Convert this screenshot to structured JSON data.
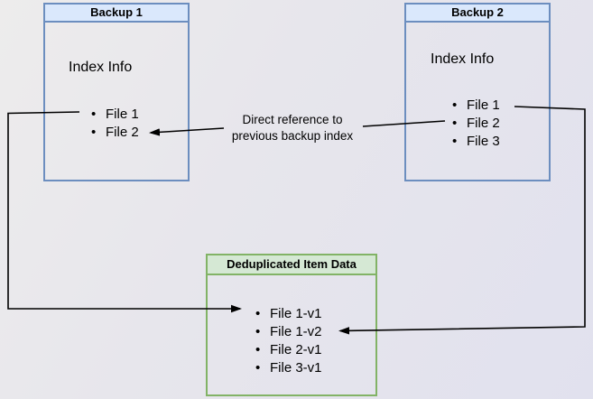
{
  "diagram": {
    "backup1": {
      "title": "Backup 1",
      "section_label": "Index Info",
      "files": [
        "File 1",
        "File 2"
      ]
    },
    "backup2": {
      "title": "Backup 2",
      "section_label": "Index Info",
      "files": [
        "File 1",
        "File 2",
        "File 3"
      ]
    },
    "dedup": {
      "title": "Deduplicated Item Data",
      "files": [
        "File 1-v1",
        "File 1-v2",
        "File 2-v1",
        "File 3-v1"
      ]
    },
    "annotation": {
      "line1": "Direct reference to",
      "line2": "previous backup index"
    },
    "colors": {
      "blue_header_fill": "#dae8fc",
      "blue_border": "#6c8ebf",
      "green_header_fill": "#d5e8d4",
      "green_border": "#82b366",
      "connector": "#000000"
    }
  }
}
